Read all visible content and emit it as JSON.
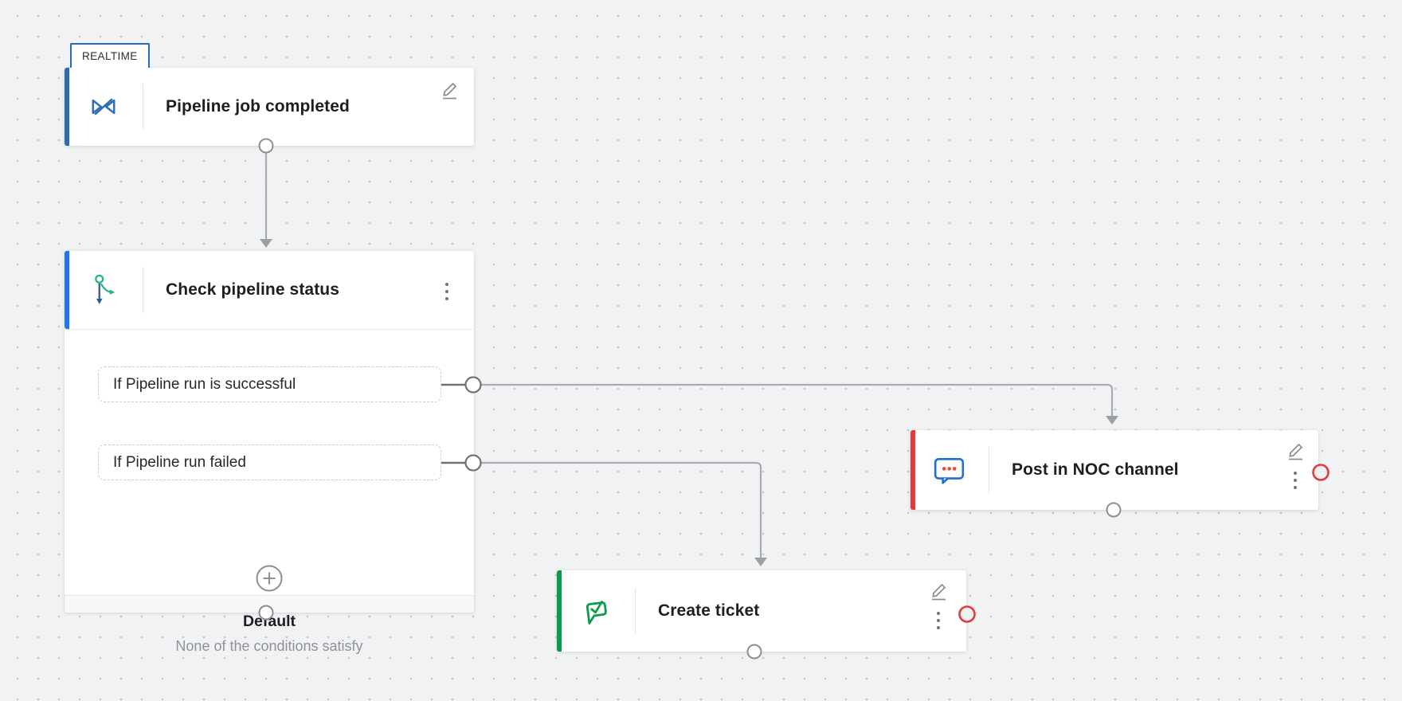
{
  "flow": {
    "badge": "REALTIME",
    "trigger": {
      "title": "Pipeline job completed"
    },
    "decision": {
      "title": "Check pipeline status",
      "conditions": [
        "If Pipeline run is successful",
        "If Pipeline run failed"
      ],
      "default_label": "Default",
      "default_description": "None of the conditions satisfy"
    },
    "success_action": {
      "title": "Post in NOC channel"
    },
    "failure_action": {
      "title": "Create ticket"
    },
    "icons": {
      "trigger": "pipeline-icon",
      "decision": "branch-icon",
      "success_action": "chat-message-icon",
      "failure_action": "ticket-check-icon"
    },
    "colors": {
      "trigger_accent": "#2b6cb0",
      "decision_accent": "#1e74e8",
      "post_accent": "#e23b3b",
      "ticket_accent": "#0a9c4c",
      "connector": "#a9acb1",
      "error_port": "#e23b3b"
    }
  }
}
